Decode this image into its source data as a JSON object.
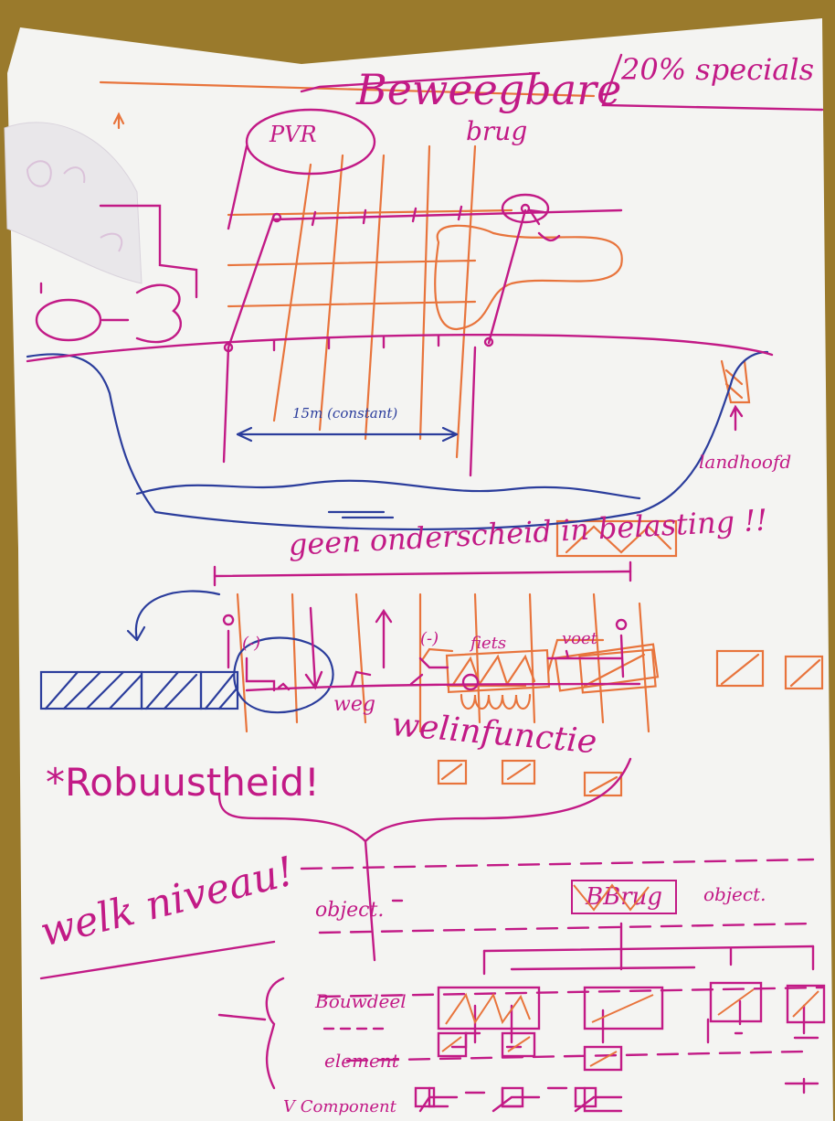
{
  "photo": {
    "colors": {
      "paper": "#f4f4f2",
      "background": "#9a7a2c",
      "magenta": "#c21a86",
      "orange": "#e8743c",
      "blue": "#2b3d9c"
    },
    "texts": {
      "title_line1": "Beweegbare",
      "title_line2": "brug",
      "specials": "20% specials",
      "pvr": "PVR",
      "span": "15m (constant)",
      "landhoofd": "landhoofd",
      "geen": "geen onderscheid in belasting !!",
      "brackets": "(-)",
      "brackets2": "(-)",
      "fiets": "fiets",
      "voet": "voet",
      "weg": "weg",
      "welinfunctie": "welinfunctie",
      "robuustheid": "*Robuustheid!",
      "welkniveau": "welk niveau!",
      "object_left": "object.",
      "bbrug": "BBrug",
      "object_right": "object.",
      "bouwdeel": "Bouwdeel",
      "element": "element",
      "component": "V Component"
    }
  }
}
